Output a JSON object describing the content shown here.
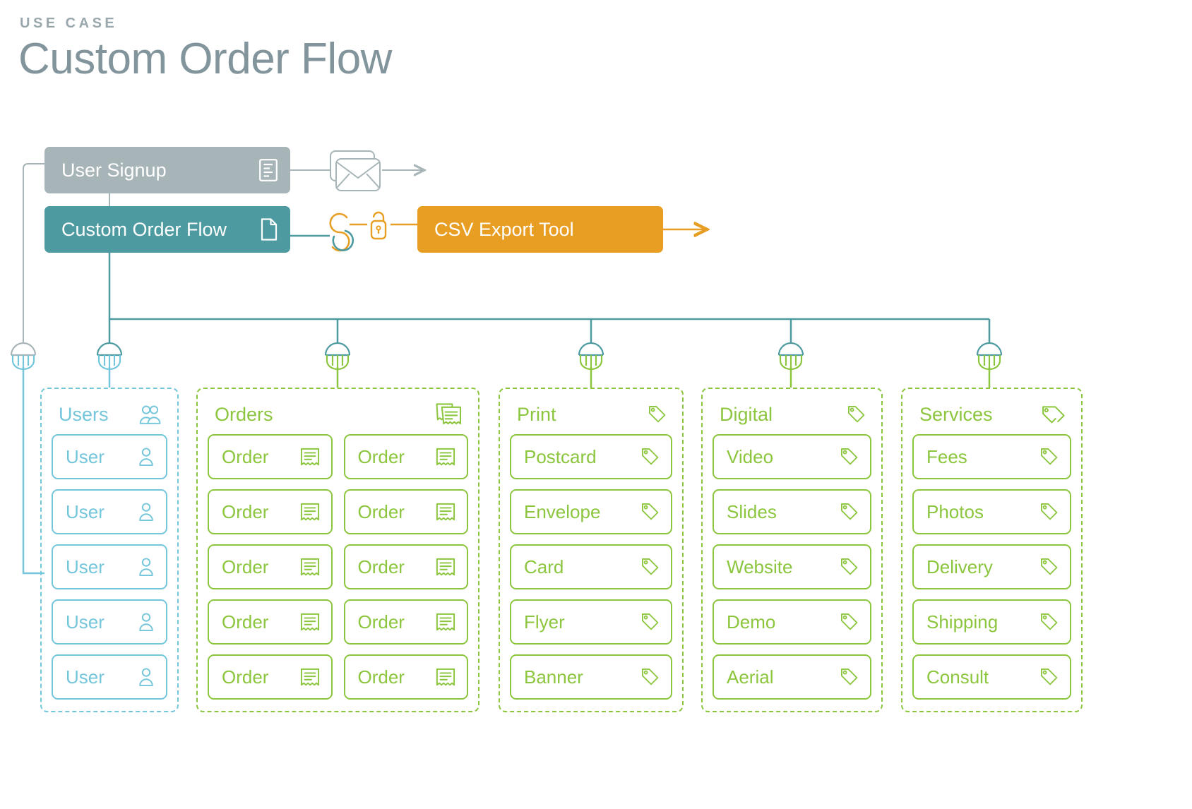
{
  "header": {
    "eyebrow": "USE CASE",
    "title": "Custom Order Flow"
  },
  "colors": {
    "gray": "#a8b5b8",
    "teal": "#4d9aa1",
    "orange": "#e89e23",
    "green": "#8cc63e",
    "light_blue": "#74c6db",
    "title_text": "#82959c",
    "eyebrow_text": "#9aa8ad"
  },
  "nodes": [
    {
      "id": "user-signup",
      "label": "User Signup",
      "icon": "document-lines-icon",
      "color": "#a8b5b8"
    },
    {
      "id": "custom-order-flow",
      "label": "Custom Order Flow",
      "icon": "file-icon",
      "color": "#4d9aa1"
    },
    {
      "id": "csv-export-tool",
      "label": "CSV Export Tool",
      "icon": "none",
      "color": "#e89e23"
    }
  ],
  "inline_icons": [
    {
      "id": "mail-icon",
      "name": "envelope-icon",
      "color": "#a8b5b8"
    },
    {
      "id": "sync-icon",
      "name": "sync-loop-icon",
      "color": "#e89e23"
    },
    {
      "id": "lock-icon",
      "name": "lock-icon",
      "color": "#e89e23"
    }
  ],
  "connector_icons": [
    {
      "id": "plug-users-left",
      "name": "plug-icon",
      "top_color": "#a8b5b8",
      "bottom_color": "#74c6db"
    },
    {
      "id": "plug-users",
      "name": "plug-icon",
      "top_color": "#4d9aa1",
      "bottom_color": "#74c6db"
    },
    {
      "id": "plug-orders",
      "name": "plug-icon",
      "top_color": "#4d9aa1",
      "bottom_color": "#8cc63e"
    },
    {
      "id": "plug-print",
      "name": "plug-icon",
      "top_color": "#4d9aa1",
      "bottom_color": "#8cc63e"
    },
    {
      "id": "plug-digital",
      "name": "plug-icon",
      "top_color": "#4d9aa1",
      "bottom_color": "#8cc63e"
    },
    {
      "id": "plug-services",
      "name": "plug-icon",
      "top_color": "#4d9aa1",
      "bottom_color": "#8cc63e"
    }
  ],
  "groups": [
    {
      "id": "users",
      "title": "Users",
      "accent": "#74c6db",
      "header_icon": "users-group-icon",
      "item_icon": "user-icon",
      "columns": 1,
      "items": [
        "User",
        "User",
        "User",
        "User",
        "User"
      ]
    },
    {
      "id": "orders",
      "title": "Orders",
      "accent": "#8cc63e",
      "header_icon": "receipts-icon",
      "item_icon": "receipt-icon",
      "columns": 2,
      "items": [
        "Order",
        "Order",
        "Order",
        "Order",
        "Order",
        "Order",
        "Order",
        "Order",
        "Order",
        "Order"
      ]
    },
    {
      "id": "print",
      "title": "Print",
      "accent": "#8cc63e",
      "header_icon": "tag-icon",
      "item_icon": "tag-icon",
      "columns": 1,
      "items": [
        "Postcard",
        "Envelope",
        "Card",
        "Flyer",
        "Banner"
      ]
    },
    {
      "id": "digital",
      "title": "Digital",
      "accent": "#8cc63e",
      "header_icon": "tag-icon",
      "item_icon": "tag-icon",
      "columns": 1,
      "items": [
        "Video",
        "Slides",
        "Website",
        "Demo",
        "Aerial"
      ]
    },
    {
      "id": "services",
      "title": "Services",
      "accent": "#8cc63e",
      "header_icon": "tags-double-icon",
      "item_icon": "tag-icon",
      "columns": 1,
      "items": [
        "Fees",
        "Photos",
        "Delivery",
        "Shipping",
        "Consult"
      ]
    }
  ]
}
